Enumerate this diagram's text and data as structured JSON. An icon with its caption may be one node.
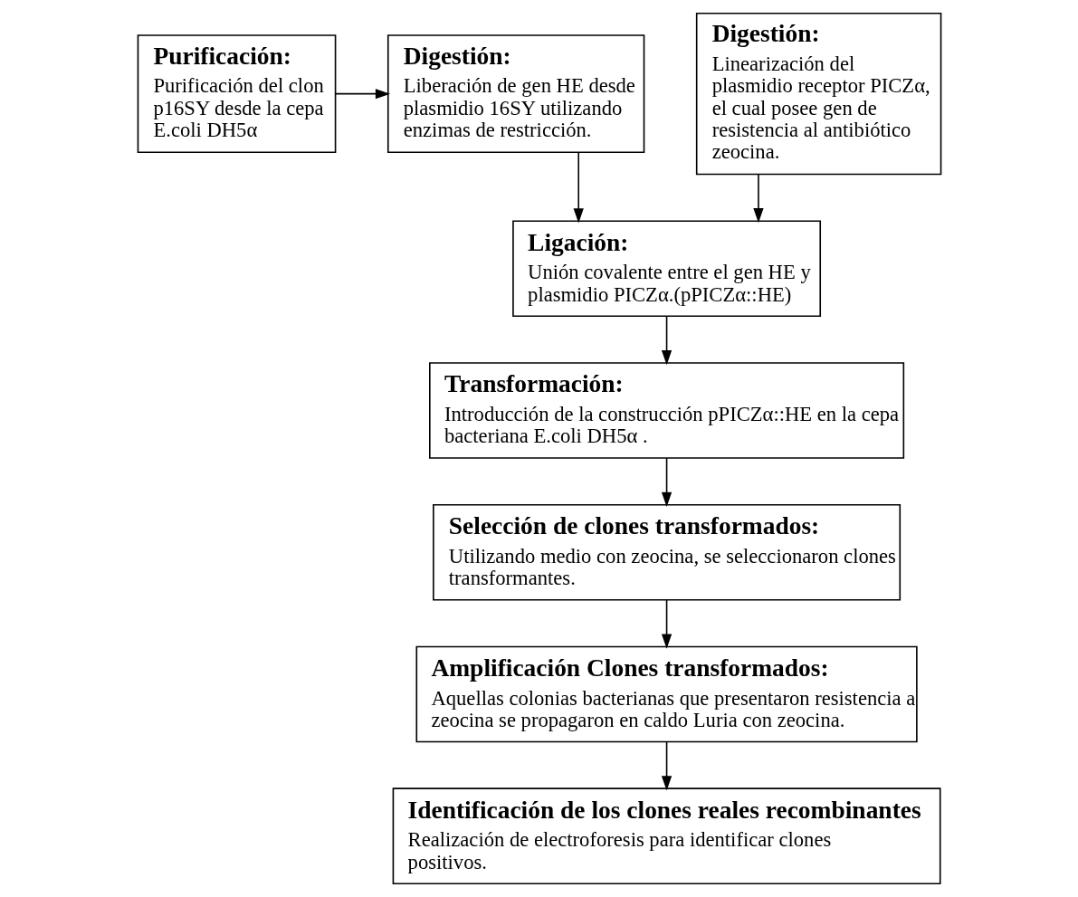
{
  "diagram": {
    "nodes": [
      {
        "text": [
          "Purificación:",
          "Purificación del clon p16SY desde la cepa E.coli DH5α"
        ]
      },
      {
        "text": [
          "Digestión:",
          "Liberación de gen HE desde plasmidio 16SY utilizando enzimas de restricción."
        ]
      },
      {
        "text": [
          "Digestión:",
          "Linearización del plasmidio receptor PICZα, el cual posee gen de resistencia al antibiótico zeocina."
        ]
      },
      {
        "text": [
          "Ligación:",
          "Unión covalente entre el gen HE y plasmidio PICZα.(pPICZα::HE)"
        ]
      },
      {
        "text": [
          "Transformación:",
          "Introducción de la construcción pPICZα::HE en la cepa bacteriana E.coli DH5α ."
        ]
      },
      {
        "text": [
          "Selección de clones transformados:",
          "Utilizando medio con zeocina, se seleccionaron clones transformantes."
        ]
      },
      {
        "text": [
          "Amplificación Clones transformados:",
          "Aquellas colonias bacterianas que presentaron resistencia a zeocina se propagaron en caldo Luria con zeocina."
        ]
      },
      {
        "text": [
          "Identificación de los clones reales recombinantes",
          "Realización de electroforesis para identificar clones positivos."
        ]
      }
    ],
    "edges": [
      {
        "from": 0,
        "to": 1,
        "arrow": "to"
      },
      {
        "from": 1,
        "to": 3,
        "arrow": "to"
      },
      {
        "from": 2,
        "to": 3,
        "arrow": "to"
      },
      {
        "from": 3,
        "to": 4,
        "arrow": "to"
      },
      {
        "from": 4,
        "to": 5,
        "arrow": "to"
      },
      {
        "from": 5,
        "to": 6,
        "arrow": "to"
      },
      {
        "from": 6,
        "to": 7,
        "arrow": "to"
      }
    ]
  }
}
